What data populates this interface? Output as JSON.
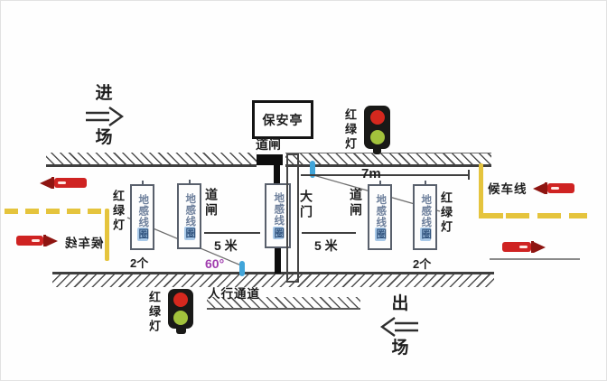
{
  "colors": {
    "arrow-red": "#cf2322",
    "arrow-red-dark": "#8e1511",
    "marking-yellow": "#e5c43d",
    "camera-blue": "#41a5d9",
    "angle-purple": "#a03cae",
    "signal-red": "#d5281e",
    "signal-green": "#a2c23c",
    "line-dark": "#3f3f3f",
    "coil-text": "#6d7f9b",
    "coil-highlight-bg": "#a9c9e8",
    "coil-highlight-text": "#33557f"
  },
  "flow": {
    "enter_char1": "进",
    "enter_char2": "场",
    "exit_char1": "出",
    "exit_char2": "场"
  },
  "booth": {
    "label": "保安亭"
  },
  "barrier": {
    "label": "道闸"
  },
  "gate": {
    "label": "大门"
  },
  "coil": {
    "label_main": "地感线",
    "label_last": "圈"
  },
  "traffic_light": {
    "label": "红绿灯"
  },
  "measurements": {
    "gate_to_wait": "7m",
    "coil_spacing": "5 米",
    "coil_count": "2个",
    "camera_angle": "60°"
  },
  "road": {
    "waiting_line": "候车线",
    "pedestrian_path": "人行通道"
  }
}
